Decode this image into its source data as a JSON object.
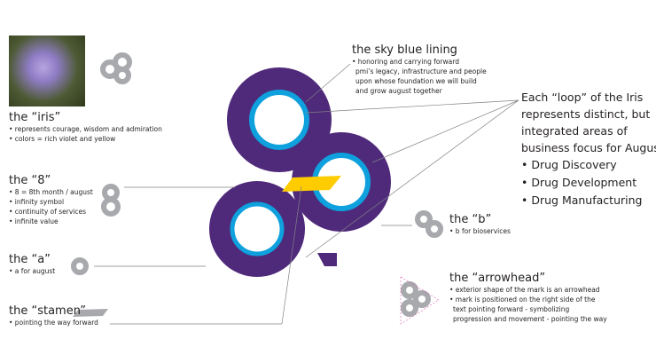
{
  "iris": {
    "title": "the “iris”",
    "bullets": [
      "• represents courage, wisdom and admiration",
      "• colors = rich violet and yellow"
    ]
  },
  "eight": {
    "title": "the “8”",
    "bullets": [
      "• 8 = 8th month / august",
      "• infinity symbol",
      "• continuity of services",
      "• infinite value"
    ]
  },
  "a": {
    "title": "the “a”",
    "bullets": [
      "• a for august"
    ]
  },
  "stamen": {
    "title": "the “stamen”",
    "bullets": [
      "• pointing the way forward"
    ]
  },
  "lining": {
    "title": "the sky blue lining",
    "bullets": [
      "• honoring and carrying forward",
      "pmi’s legacy, infrastructure and people",
      "upon whose foundation we will build",
      "and grow august together"
    ]
  },
  "loops": {
    "lines": [
      "Each “loop” of the Iris",
      "represents distinct, but",
      "integrated areas of",
      "business focus for August"
    ],
    "items": [
      "• Drug Discovery",
      "• Drug Development",
      "• Drug Manufacturing"
    ]
  },
  "b": {
    "title": "the “b”",
    "bullets": [
      "• b for bioservices"
    ]
  },
  "arrowhead": {
    "title": "the “arrowhead”",
    "bullets": [
      "• exterior shape of the mark is an arrowhead",
      "• mark is positioned on the right side of the",
      "text pointing forward - symbolizing",
      "progression and movement - pointing the way"
    ]
  },
  "colors": {
    "violet": "#4f2a7a",
    "blue": "#0ea1dd",
    "yellow": "#ffcc00",
    "grey": "#a7a9ac"
  }
}
